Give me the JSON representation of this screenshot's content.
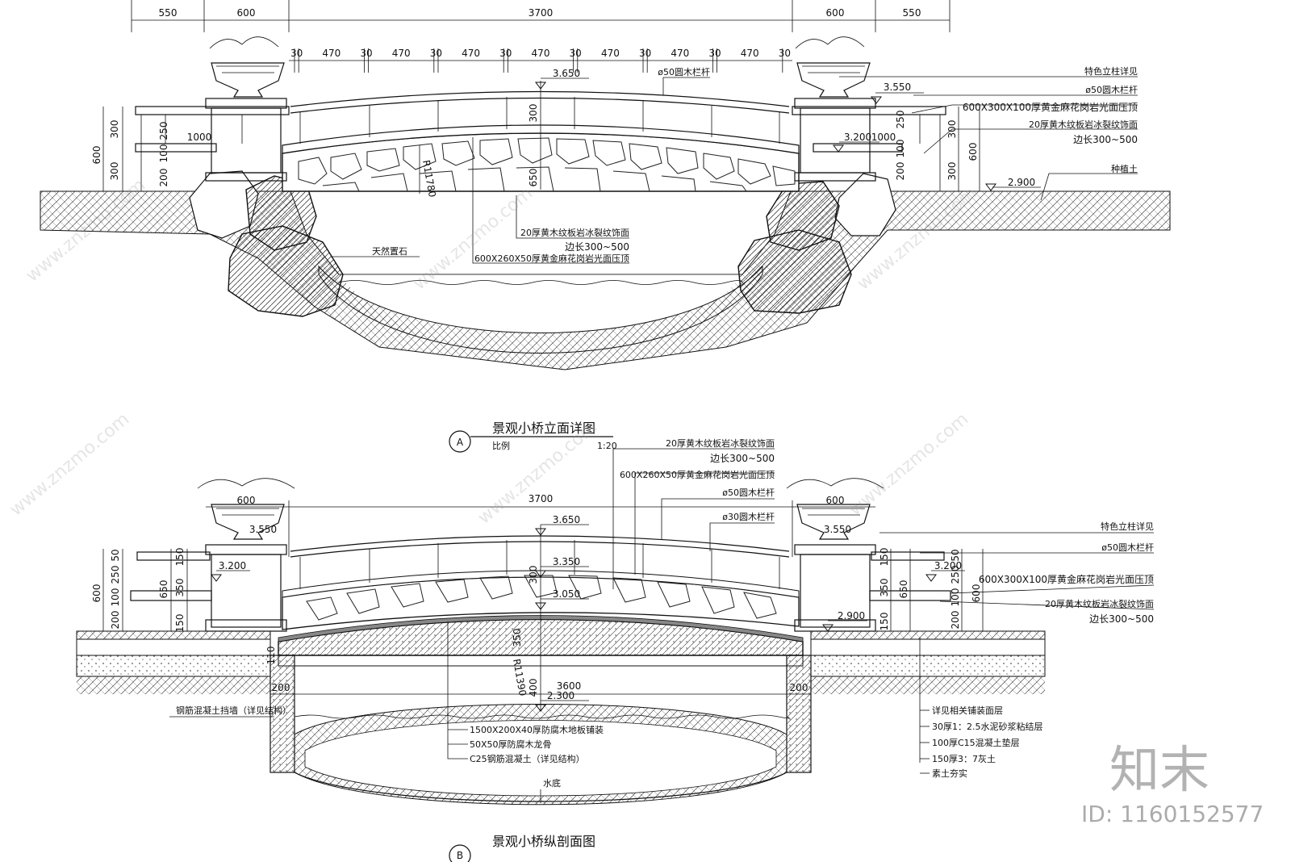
{
  "elevation": {
    "title": "景观小桥立面详图",
    "marker": "A",
    "scale_label": "比例",
    "scale_value": "1:20",
    "top_dims": [
      "550",
      "600",
      "3700",
      "600",
      "550"
    ],
    "baluster_dims": [
      "30",
      "470",
      "30",
      "470",
      "30",
      "470",
      "30",
      "470",
      "30",
      "470",
      "30",
      "470",
      "30",
      "470",
      "30"
    ],
    "levels": {
      "top": "3.650",
      "right_cap": "3.550",
      "right_step": "3.200",
      "ground": "2.900"
    },
    "left_dims": [
      "600",
      "300",
      "300",
      "250",
      "100",
      "200",
      "1000"
    ],
    "right_dims": [
      "250",
      "100",
      "200",
      "1000",
      "300",
      "600",
      "300"
    ],
    "arch_dims": [
      "300",
      "650",
      "R11780"
    ],
    "callouts_right": [
      "特色立柱详见",
      "ø50圆木栏杆",
      "600X300X100厚黄金麻花岗岩光面压顶",
      "20厚黄木纹板岩冰裂纹饰面",
      "边长300~500",
      "种植土"
    ],
    "callouts_center": [
      "ø50圆木栏杆",
      "20厚黄木纹板岩冰裂纹饰面",
      "边长300~500",
      "600X260X50厚黄金麻花岗岩光面压顶",
      "天然置石"
    ]
  },
  "section": {
    "title": "景观小桥纵剖面图",
    "marker": "B",
    "top_dims": [
      "600",
      "3700",
      "600"
    ],
    "levels": {
      "top": "3.650",
      "mid": "3.350",
      "deck": "3.050",
      "left_step": "3.200",
      "right_step": "3.200",
      "ground": "2.900",
      "water": "2.300",
      "left_cap": "3.550",
      "right_cap": "3.550"
    },
    "span_dims": [
      "200",
      "3600",
      "200"
    ],
    "left_dims": [
      "600",
      "50",
      "250",
      "100",
      "200",
      "150",
      "650",
      "350",
      "150"
    ],
    "right_dims": [
      "150",
      "350",
      "650",
      "150",
      "50",
      "250",
      "100",
      "200",
      "600"
    ],
    "center_dims": [
      "300",
      "350",
      "400",
      "110",
      "R11390"
    ],
    "callouts_top": [
      "20厚黄木纹板岩冰裂纹饰面",
      "边长300~500",
      "600X260X50厚黄金麻花岗岩光面压顶",
      "ø50圆木栏杆",
      "ø30圆木栏杆"
    ],
    "callouts_right": [
      "特色立柱详见",
      "ø50圆木栏杆",
      "600X300X100厚黄金麻花岗岩光面压顶",
      "20厚黄木纹板岩冰裂纹饰面",
      "边长300~500"
    ],
    "callouts_bottom": [
      "1500X200X40厚防腐木地板铺装",
      "50X50厚防腐木龙骨",
      "C25钢筋混凝土（详见结构）"
    ],
    "callouts_layers": [
      "详见相关铺装面层",
      "30厚1：2.5水泥砂浆粘结层",
      "100厚C15混凝土垫层",
      "150厚3：7灰土",
      "素土夯实"
    ],
    "wall_note": "钢筋混凝土挡墙（详见结构）",
    "water_bottom": "水底"
  },
  "watermark": {
    "logo": "知末",
    "id_text": "ID: 1160152577",
    "site": "www.znzmo.com"
  }
}
